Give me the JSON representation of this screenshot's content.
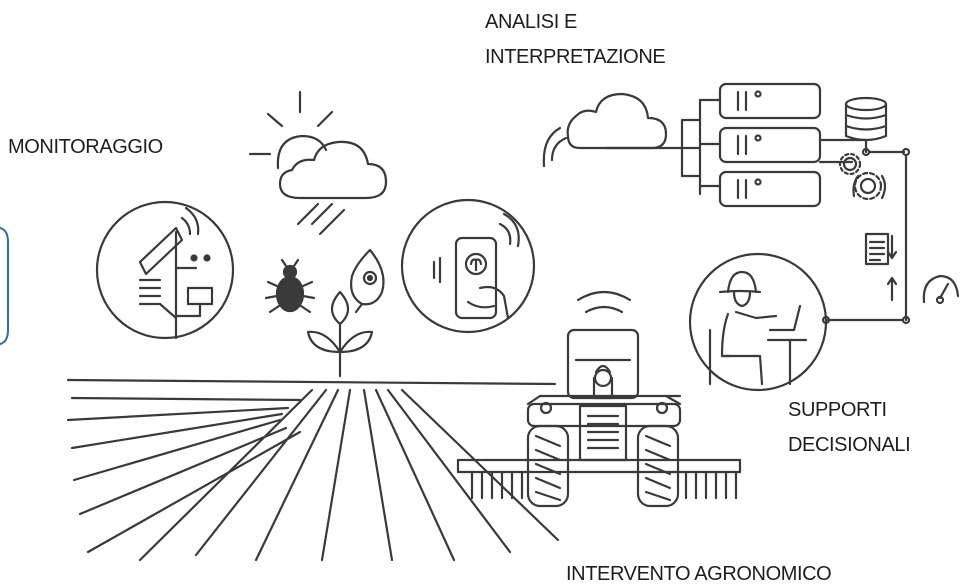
{
  "labels": {
    "analisi_line1": "ANALISI E",
    "analisi_line2": "INTERPRETAZIONE",
    "monitoraggio": "MONITORAGGIO",
    "supporti_line1": "SUPPORTI",
    "supporti_line2": "DECISIONALI",
    "intervento": "INTERVENTO AGRONOMICO"
  },
  "colors": {
    "line_art": "#3a3a3a",
    "label_text": "#1e1e1e",
    "accent_border": "#2f6fa8"
  },
  "icons": [
    "weather-cloud-sun-rain-icon",
    "weather-station-sensor-icon",
    "bug-icon",
    "leaf-sensor-icon",
    "plant-sprout-icon",
    "smartphone-app-icon",
    "cloud-signal-icon",
    "server-rack-icon",
    "database-icon",
    "gears-icon",
    "report-document-icon",
    "gauge-icon",
    "farmer-laptop-icon",
    "tractor-icon",
    "field-rows-icon"
  ]
}
